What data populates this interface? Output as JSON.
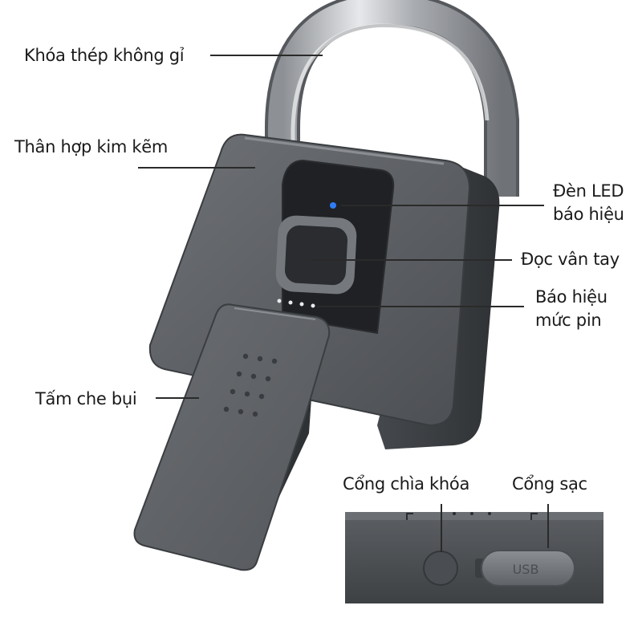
{
  "labels": {
    "shackle": "Khóa thép không gỉ",
    "body": "Thân hợp kim kẽm",
    "led_line1": "Đèn LED",
    "led_line2": "báo hiệu",
    "fingerprint": "Đọc vân tay",
    "battery_line1": "Báo hiệu",
    "battery_line2": "mức pin",
    "dust_cover": "Tấm che bụi",
    "key_port": "Cổng chìa khóa",
    "charge_port": "Cổng sạc"
  },
  "device": {
    "usb_text": "USB"
  },
  "colors": {
    "body": "#5c5f63",
    "body_dark": "#3d4043",
    "shackle": "#b9bcc0",
    "led": "#2f7cf6",
    "text": "#1a1a1a"
  }
}
